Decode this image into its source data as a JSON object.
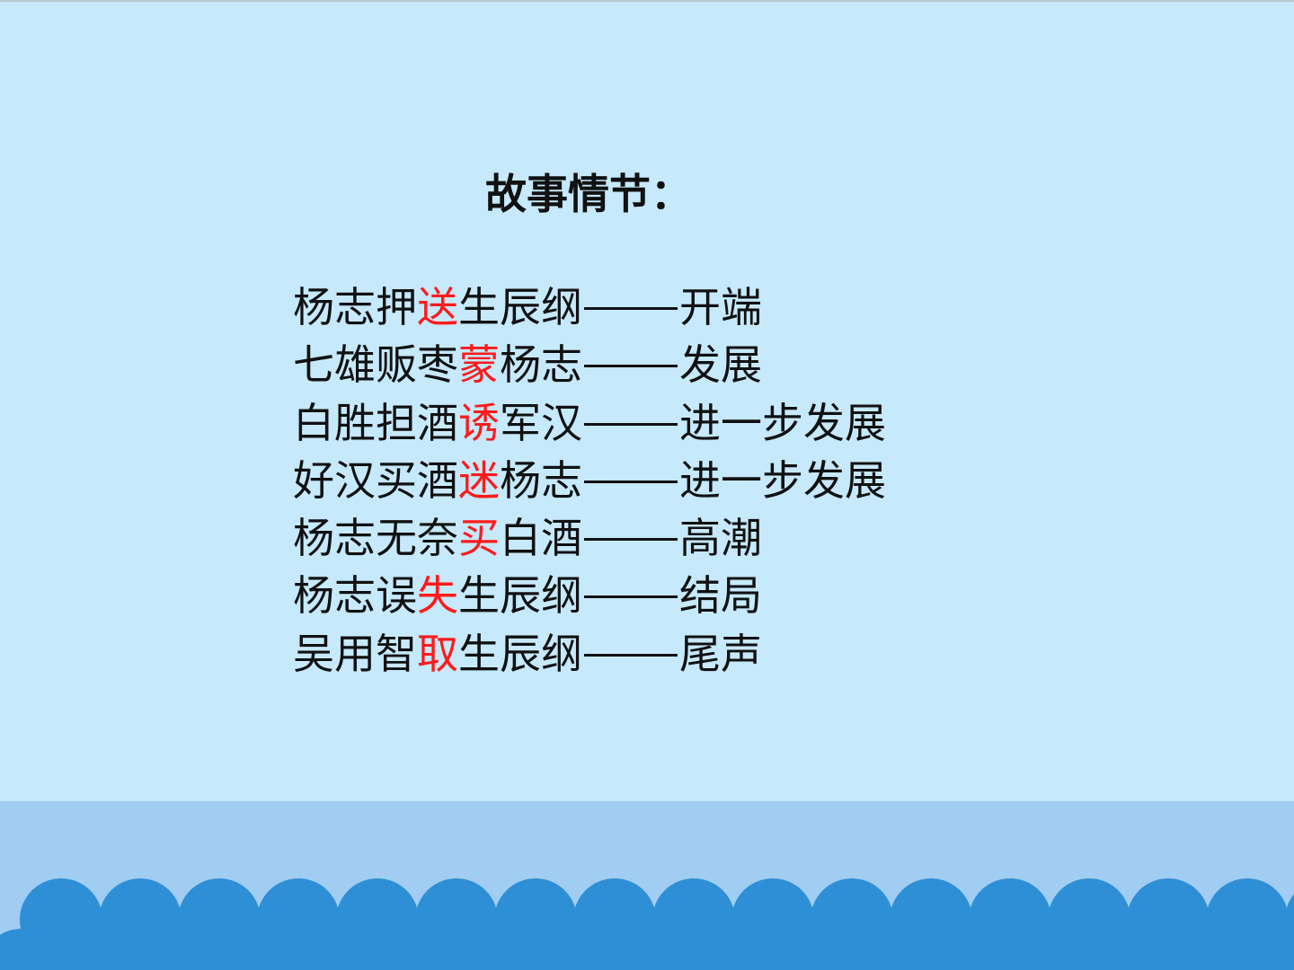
{
  "slide": {
    "title": "故事情节：",
    "lines": [
      {
        "pre": "杨志押",
        "key": "送",
        "post": "生辰纲",
        "stage": "开端"
      },
      {
        "pre": "七雄贩枣",
        "key": "蒙",
        "post": "杨志",
        "stage": "发展"
      },
      {
        "pre": "白胜担酒",
        "key": "诱",
        "post": "军汉",
        "stage": "进一步发展"
      },
      {
        "pre": "好汉买酒",
        "key": "迷",
        "post": "杨志",
        "stage": "进一步发展"
      },
      {
        "pre": "杨志无奈",
        "key": "买",
        "post": "白酒",
        "stage": "高潮"
      },
      {
        "pre": "杨志误",
        "key": "失",
        "post": "生辰纲",
        "stage": "结局"
      },
      {
        "pre": "吴用智",
        "key": "取",
        "post": "生辰纲",
        "stage": "尾声"
      }
    ]
  },
  "colors": {
    "background": "#c6e9fc",
    "text": "#111111",
    "highlight": "#ff1a1a",
    "band": "#a0cdf1",
    "wave": "#2f8fd6"
  }
}
